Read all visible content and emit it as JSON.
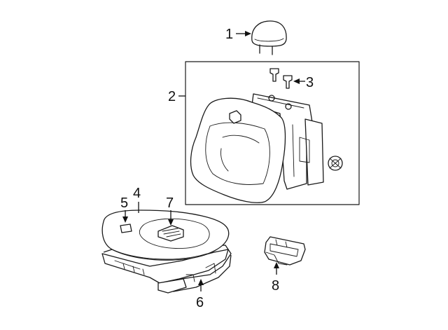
{
  "diagram": {
    "callouts": [
      {
        "id": "1",
        "label": "1"
      },
      {
        "id": "2",
        "label": "2"
      },
      {
        "id": "3",
        "label": "3"
      },
      {
        "id": "4",
        "label": "4"
      },
      {
        "id": "5",
        "label": "5"
      },
      {
        "id": "6",
        "label": "6"
      },
      {
        "id": "7",
        "label": "7"
      },
      {
        "id": "8",
        "label": "8"
      }
    ],
    "colors": {
      "line": "#1a1a1a",
      "background": "#ffffff"
    }
  }
}
